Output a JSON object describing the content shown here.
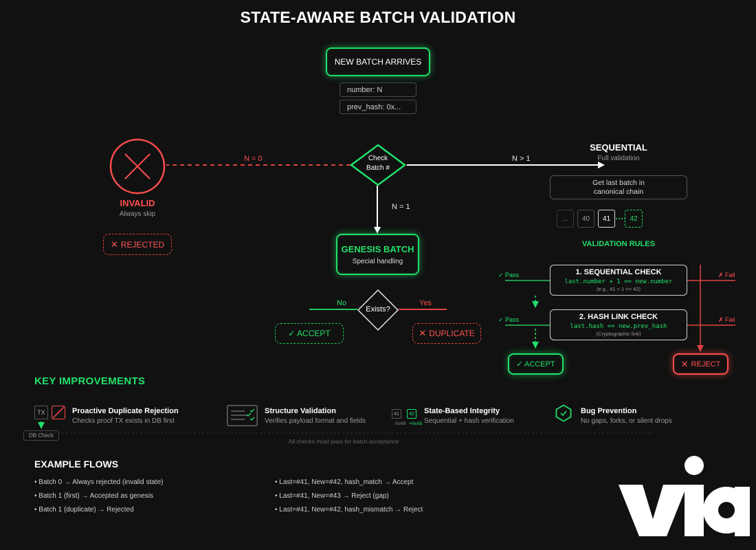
{
  "title": "STATE-AWARE BATCH VALIDATION",
  "top": {
    "start": "NEW BATCH ARRIVES",
    "field_number": "number: N",
    "field_prev_hash": "prev_hash: 0x..."
  },
  "decision": {
    "line1": "Check",
    "line2": "Batch #"
  },
  "edges": {
    "n0": "N = 0",
    "n1": "N = 1",
    "ngt1": "N > 1",
    "no": "No",
    "yes": "Yes",
    "pass1": "✓ Pass",
    "pass2": "✓ Pass",
    "fail1": "✗ Fail",
    "fail2": "✗ Fail"
  },
  "invalid": {
    "title": "INVALID",
    "sub": "Always skip",
    "badge": "REJECTED"
  },
  "genesis": {
    "title": "GENESIS BATCH",
    "sub": "Special handling",
    "exists": "Exists?",
    "accept": "✓ ACCEPT",
    "duplicate": "DUPLICATE"
  },
  "sequential": {
    "title": "SEQUENTIAL",
    "sub": "Full validation",
    "get_last_1": "Get last batch in",
    "get_last_2": "canonical chain",
    "chain": [
      "...",
      "40",
      "41",
      "42"
    ],
    "rules_title": "VALIDATION RULES",
    "rule1_title": "1. SEQUENTIAL CHECK",
    "rule1_code": "last.number + 1 == new.number",
    "rule1_note": "(e.g., 41 + 1 == 42)",
    "rule2_title": "2. HASH LINK CHECK",
    "rule2_code": "last.hash == new.prev_hash",
    "rule2_note": "(Cryptographic link)",
    "accept": "✓ ACCEPT",
    "reject": "REJECT"
  },
  "improvements": {
    "heading": "KEY IMPROVEMENTS",
    "items": [
      {
        "title": "Proactive Duplicate Rejection",
        "desc": "Checks proof TX exists in DB first",
        "icon_tx": "TX",
        "icon_db": "DB Check"
      },
      {
        "title": "Structure Validation",
        "desc": "Verifies payload format and fields"
      },
      {
        "title": "State-Based Integrity",
        "desc": "Sequential + hash verification",
        "icon_a": "41",
        "icon_b": "42",
        "icon_a_hash": "0xAB",
        "icon_b_hash": "=0xAB"
      },
      {
        "title": "Bug Prevention",
        "desc": "No gaps, forks, or silent drops"
      }
    ],
    "footnote": "All checks must pass for batch acceptance"
  },
  "flows": {
    "heading": "EXAMPLE FLOWS",
    "left": [
      "• Batch 0 → Always rejected (invalid state)",
      "• Batch 1 (first) → Accepted as genesis",
      "• Batch 1 (duplicate) → Rejected"
    ],
    "right": [
      "• Last=#41, New=#42, hash_match → Accept",
      "• Last=#41, New=#43 → Reject (gap)",
      "• Last=#41, New=#42, hash_mismatch → Reject"
    ]
  },
  "colors": {
    "green": "#22e06b",
    "red": "#ff4d4d",
    "bg": "#111111"
  }
}
